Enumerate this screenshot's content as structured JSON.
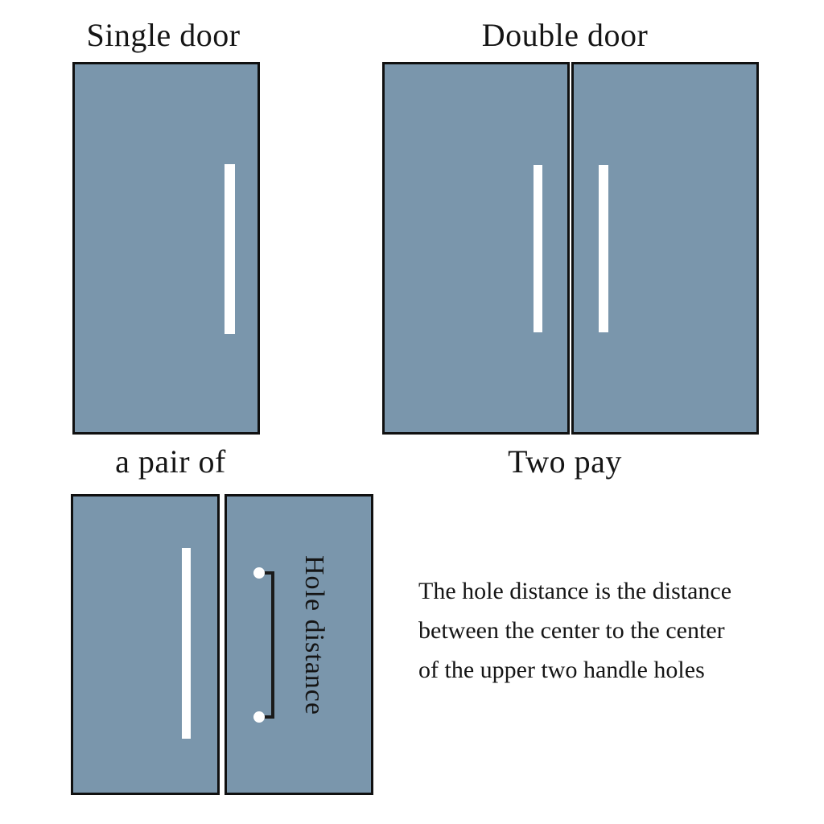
{
  "labels": {
    "single_door": "Single door",
    "double_door": "Double door",
    "pair_of": "a pair of",
    "two_pay": "Two pay",
    "hole_distance": "Hole distance"
  },
  "description": {
    "lines": [
      "The hole distance is the distance",
      "between the center to the center",
      "of the upper two handle holes"
    ]
  },
  "colors": {
    "background": "#ffffff",
    "door_fill": "#7a96ac",
    "door_border": "#101010",
    "handle": "#ffffff",
    "text": "#151515",
    "bracket_line": "#1a1a1a",
    "hole_fill": "#ffffff"
  }
}
